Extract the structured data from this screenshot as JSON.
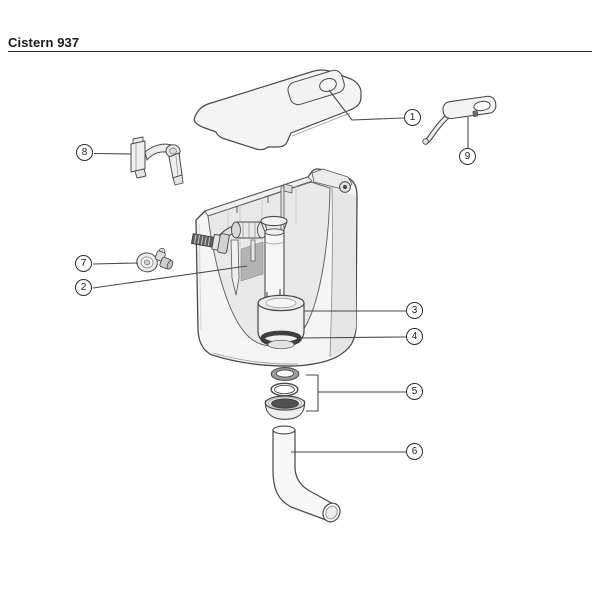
{
  "page": {
    "title": "Cistern 937"
  },
  "diagram": {
    "callouts": [
      {
        "number": "1",
        "part": "cistern-lid"
      },
      {
        "number": "2",
        "part": "fill-valve-plate"
      },
      {
        "number": "3",
        "part": "flush-valve-body"
      },
      {
        "number": "4",
        "part": "flush-valve-seal"
      },
      {
        "number": "5",
        "part": "seal-washer-set"
      },
      {
        "number": "6",
        "part": "flush-pipe-elbow"
      },
      {
        "number": "7",
        "part": "inlet-screw-washer"
      },
      {
        "number": "8",
        "part": "lever-bracket"
      },
      {
        "number": "9",
        "part": "push-button-lever"
      }
    ],
    "colors": {
      "line_art": "#4a4a4a",
      "part_fill_light": "#f5f5f5",
      "part_fill_mid": "#e9e9e9",
      "panel_fill_dark": "#b3b3b3",
      "seal_dark": "#4f4f4f",
      "title_text": "#1a1a1a"
    }
  }
}
